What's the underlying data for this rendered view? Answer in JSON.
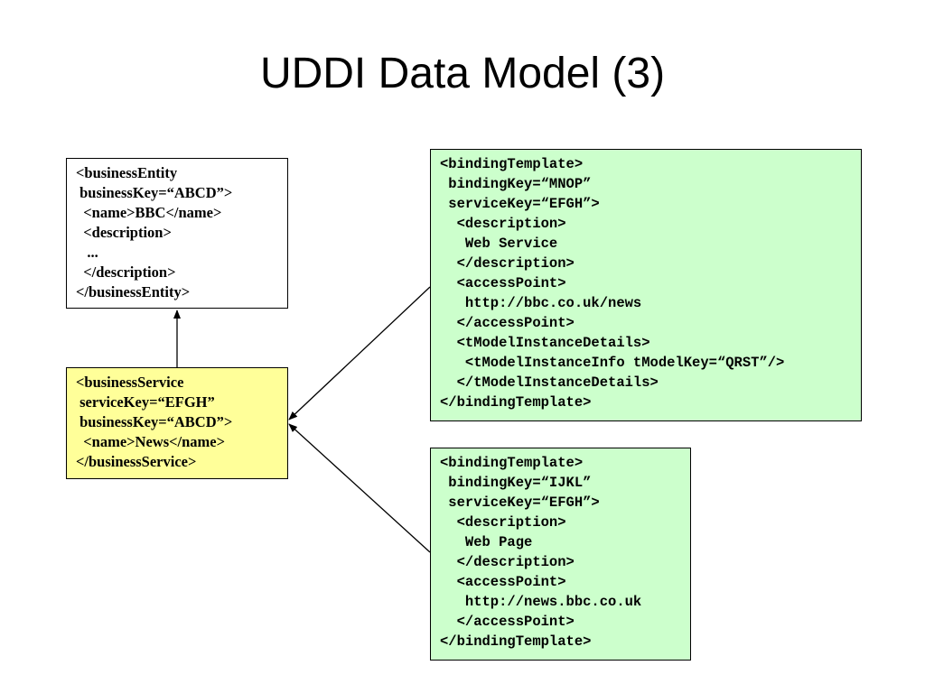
{
  "title": "UDDI Data Model (3)",
  "colors": {
    "business_service_fill": "#ffff99",
    "binding_template_fill": "#ccffcc",
    "business_entity_fill": "#ffffff",
    "border": "#000000"
  },
  "business_entity": {
    "lines": [
      "<businessEntity",
      " businessKey=“ABCD”>",
      "  <name>BBC</name>",
      "  <description>",
      "   ...",
      "  </description>",
      "</businessEntity>"
    ]
  },
  "business_service": {
    "lines": [
      "<businessService",
      " serviceKey=“EFGH”",
      " businessKey=“ABCD”>",
      "  <name>News</name>",
      "</businessService>"
    ]
  },
  "binding_template_1": {
    "lines": [
      "<bindingTemplate>",
      " bindingKey=“MNOP”",
      " serviceKey=“EFGH”>",
      "  <description>",
      "   Web Service",
      "  </description>",
      "  <accessPoint>",
      "   http://bbc.co.uk/news",
      "  </accessPoint>",
      "  <tModelInstanceDetails>",
      "   <tModelInstanceInfo tModelKey=“QRST”/>",
      "  </tModelInstanceDetails>",
      "</bindingTemplate>"
    ]
  },
  "binding_template_2": {
    "lines": [
      "<bindingTemplate>",
      " bindingKey=“IJKL”",
      " serviceKey=“EFGH”>",
      "  <description>",
      "   Web Page",
      "  </description>",
      "  <accessPoint>",
      "   http://news.bbc.co.uk",
      "  </accessPoint>",
      "</bindingTemplate>"
    ]
  }
}
